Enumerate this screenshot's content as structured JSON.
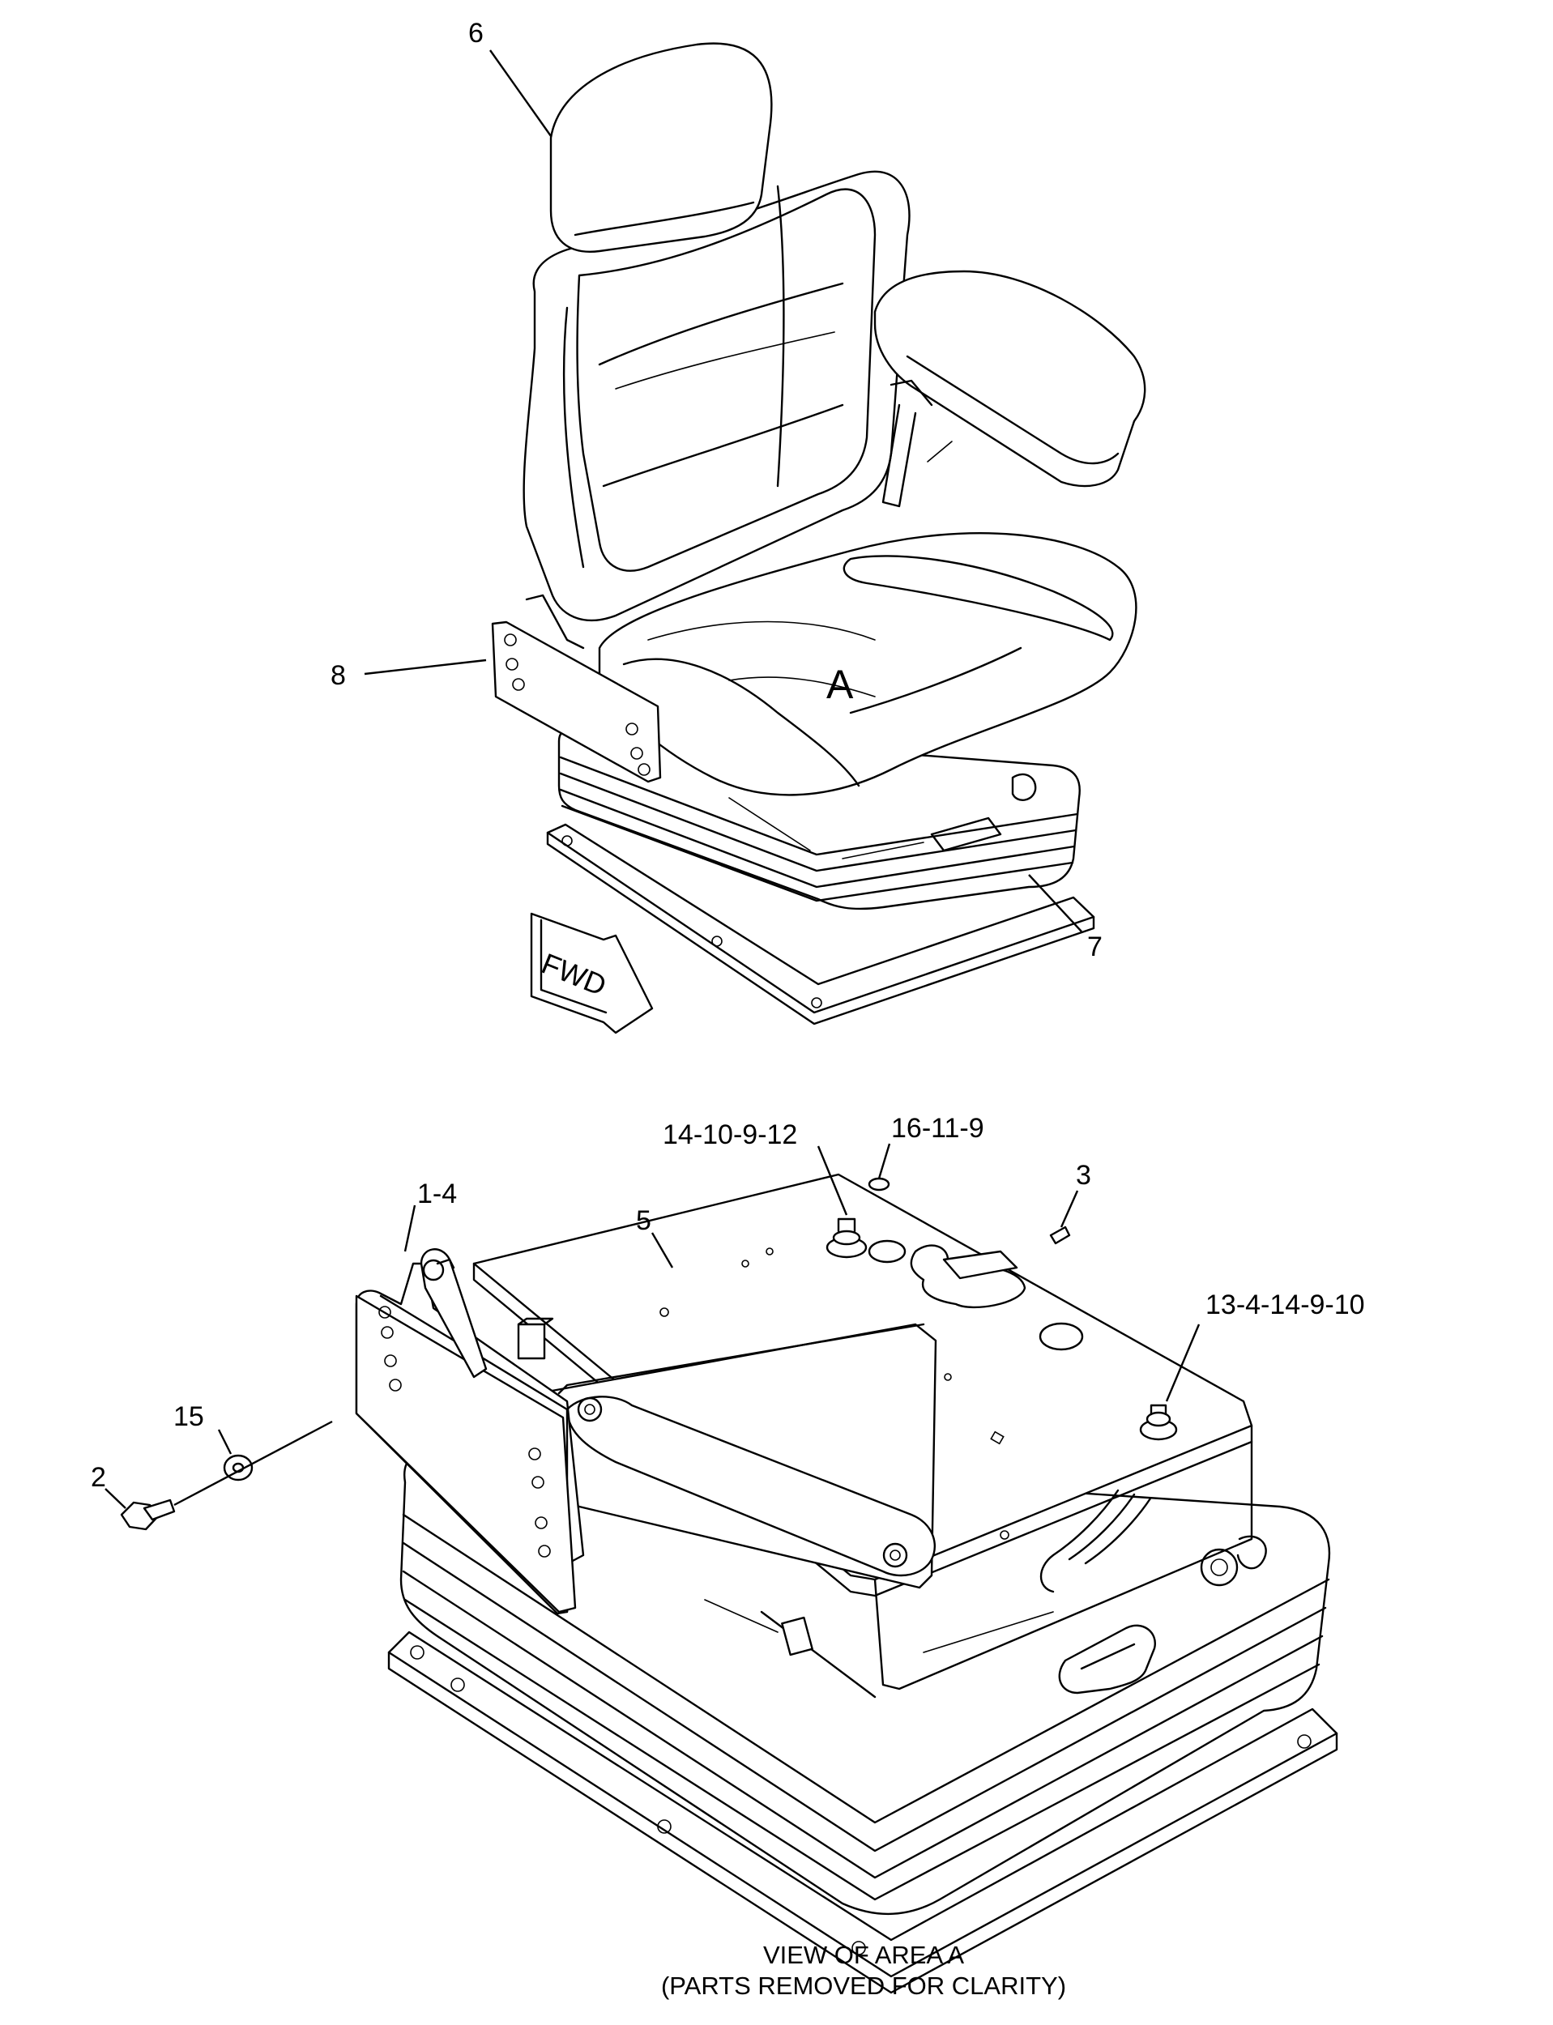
{
  "callouts_top": {
    "c6": "6",
    "c8": "8",
    "c7": "7",
    "area_a": "A",
    "fwd": "FWD"
  },
  "callouts_bottom": {
    "c14_10_9_12": "14-10-9-12",
    "c16_11_9": "16-11-9",
    "c3": "3",
    "c1_4": "1-4",
    "c5": "5",
    "c13_4_14_9_10": "13-4-14-9-10",
    "c15": "15",
    "c2": "2"
  },
  "caption": {
    "line1": "VIEW OF AREA  A",
    "line2": "(PARTS REMOVED FOR CLARITY)"
  }
}
